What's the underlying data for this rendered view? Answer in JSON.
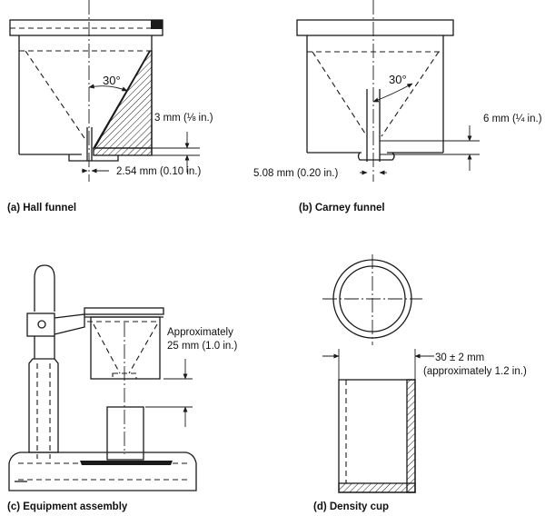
{
  "panels": {
    "hall": {
      "caption": "(a) Hall funnel",
      "angle": "30°",
      "dim_orifice_height": "3 mm (⅛ in.)",
      "dim_orifice_diameter": "2.54 mm (0.10 in.)"
    },
    "carney": {
      "caption": "(b) Carney funnel",
      "angle": "30°",
      "dim_orifice_height": "6 mm (¼ in.)",
      "dim_orifice_diameter": "5.08 mm (0.20 in.)"
    },
    "assembly": {
      "caption": "(c) Equipment assembly",
      "dim_line1": "Approximately",
      "dim_line2": "25 mm (1.0 in.)"
    },
    "cup": {
      "caption": "(d) Density cup",
      "dim_line1": "30 ± 2 mm",
      "dim_line2": "(approximately 1.2 in.)"
    }
  }
}
